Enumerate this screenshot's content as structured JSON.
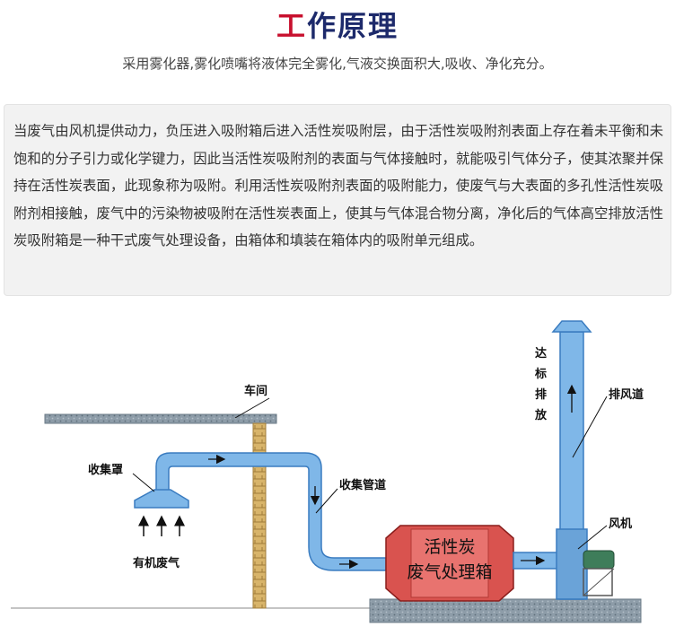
{
  "title": {
    "first_char": "工",
    "rest": "作原理"
  },
  "subtitle": "采用雾化器,雾化喷嘴将液体完全雾化,气液交换面积大,吸收、净化充分。",
  "description": "当废气由风机提供动力，负压进入吸附箱后进入活性炭吸附层，由于活性炭吸附剂表面上存在着未平衡和未饱和的分子引力或化学键力，因此当活性炭吸附剂的表面与气体接触时，就能吸引气体分子，使其浓聚并保持在活性炭表面，此现象称为吸附。利用活性炭吸附剂表面的吸附能力，使废气与大表面的多孔性活性炭吸附剂相接触，废气中的污染物被吸附在活性炭表面上，使其与气体混合物分离，净化后的气体高空排放活性炭吸附箱是一种干式废气处理设备，由箱体和填装在箱体内的吸附单元组成。",
  "diagram": {
    "labels": {
      "workshop": "车间",
      "hood": "收集罩",
      "organic_gas": "有机废气",
      "duct": "收集管道",
      "box_line1": "活性炭",
      "box_line2": "废气处理箱",
      "fan": "风机",
      "stack": "排风道",
      "discharge": [
        "达",
        "标",
        "排",
        "放"
      ]
    },
    "colors": {
      "pipe": "#7fb7e8",
      "pipe_stroke": "#3a7cc0",
      "box": "#d9534f",
      "ground": "#8a9aa6",
      "title_red": "#c8102e",
      "title_navy": "#1d2a6b"
    }
  }
}
